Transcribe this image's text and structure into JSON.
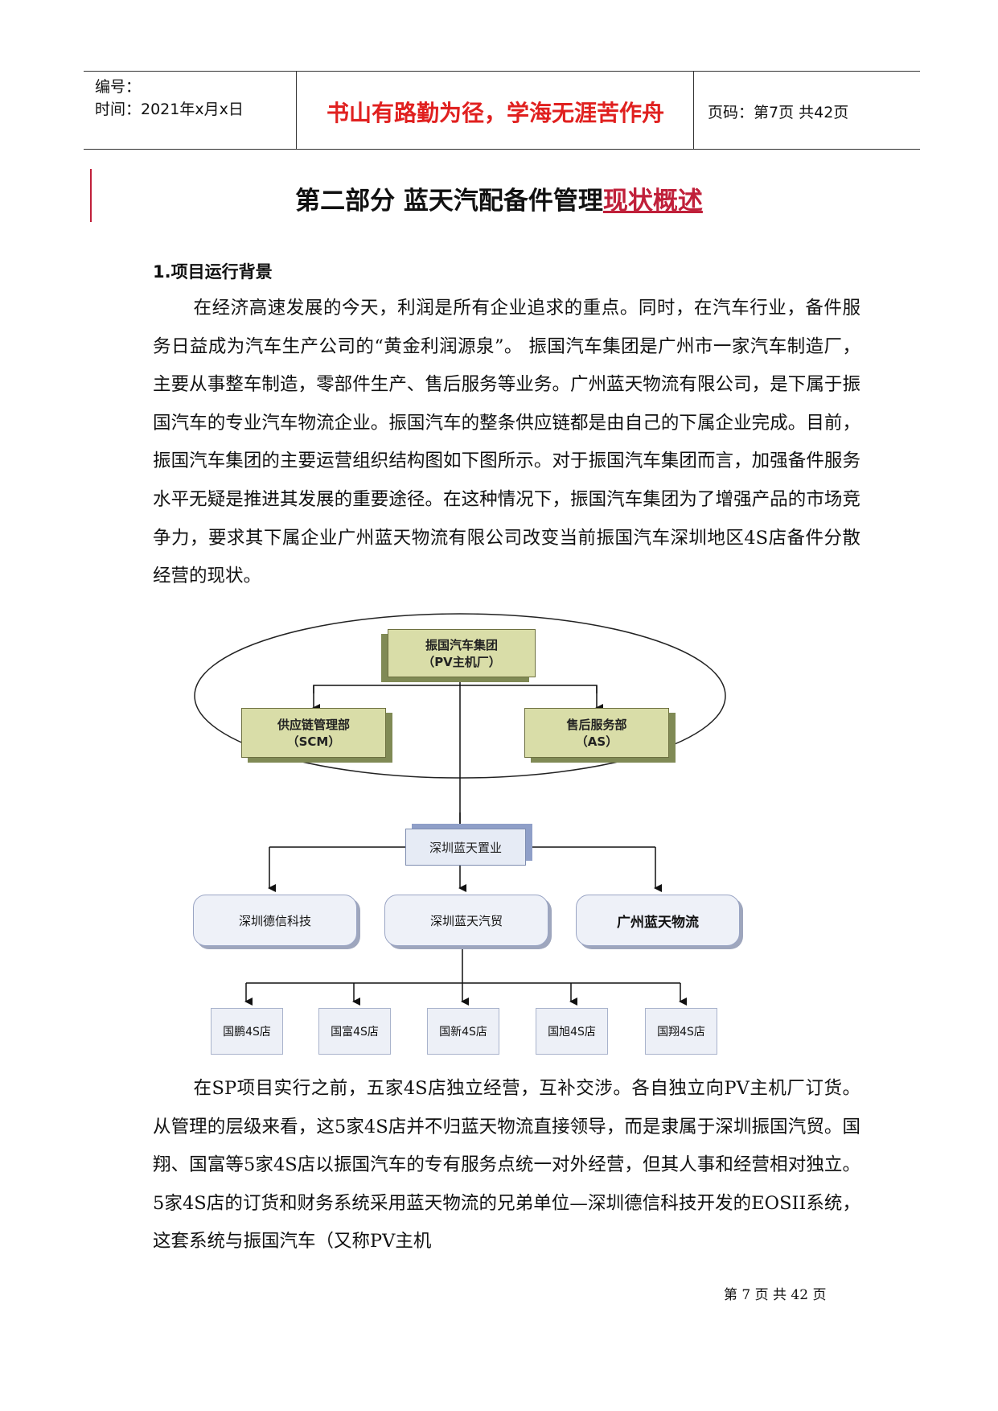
{
  "header": {
    "number_label": "编号：",
    "time_label": "时间：2021年x月x日",
    "motto": "书山有路勤为径，学海无涯苦作舟",
    "page_info": "页码：第7页 共42页"
  },
  "title": {
    "main": "第二部分  蓝天汽配备件管理",
    "underlined": "现状概述"
  },
  "section": {
    "heading": "1.项目运行背景"
  },
  "paragraphs": [
    "在经济高速发展的今天，利润是所有企业追求的重点。同时，在汽车行业，备件服务日益成为汽车生产公司的“黄金利润源泉”。 振国汽车集团是广州市一家汽车制造厂，主要从事整车制造，零部件生产、售后服务等业务。广州蓝天物流有限公司，是下属于振国汽车的专业汽车物流企业。振国汽车的整条供应链都是由自己的下属企业完成。目前，振国汽车集团的主要运营组织结构图如下图所示。对于振国汽车集团而言，加强备件服务水平无疑是推进其发展的重要途径。在这种情况下，振国汽车集团为了增强产品的市场竞争力，要求其下属企业广州蓝天物流有限公司改变当前振国汽车深圳地区4S店备件分散经营的现状。",
    "在SP项目实行之前，五家4S店独立经营，互补交涉。各自独立向PV主机厂订货。从管理的层级来看，这5家4S店并不归蓝天物流直接领导，而是隶属于深圳振国汽贸。国翔、国富等5家4S店以振国汽车的专有服务点统一对外经营，但其人事和经营相对独立。5家4S店的订货和财务系统采用蓝天物流的兄弟单位—深圳德信科技开发的EOSII系统，这套系统与振国汽车（又称PV主机"
  ],
  "org_chart": {
    "top": {
      "line1": "振国汽车集团",
      "line2": "（PV主机厂）"
    },
    "scm": {
      "line1": "供应链管理部",
      "line2": "（SCM）"
    },
    "as": {
      "line1": "售后服务部",
      "line2": "（AS）"
    },
    "mid": "深圳蓝天置业",
    "subs": [
      "深圳德信科技",
      "深圳蓝天汽贸",
      "广州蓝天物流"
    ],
    "stores": [
      "国鹏4S店",
      "国富4S店",
      "国新4S店",
      "国旭4S店",
      "国翔4S店"
    ]
  },
  "footer": "第 7 页 共 42 页"
}
